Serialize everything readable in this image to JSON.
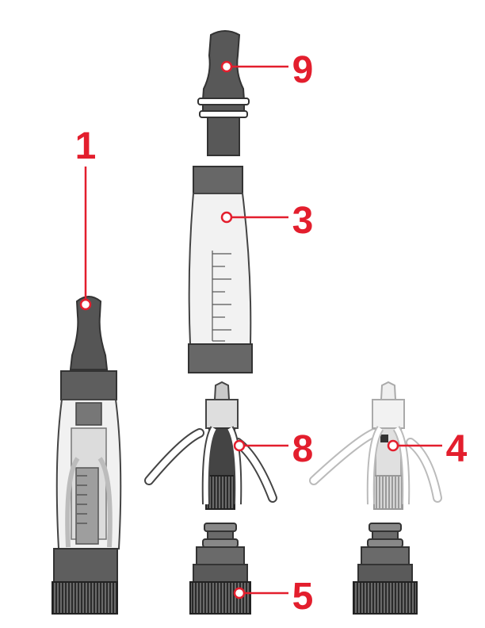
{
  "diagram": {
    "labels": {
      "l1": "1",
      "l3": "3",
      "l4": "4",
      "l5": "5",
      "l8": "8",
      "l9": "9"
    },
    "colors": {
      "accent": "#e31e2d",
      "dark_gray": "#5a5a5a",
      "mid_gray": "#7a7a7a",
      "light_gray": "#c8c8c8",
      "tank": "#f2f2f2"
    }
  }
}
